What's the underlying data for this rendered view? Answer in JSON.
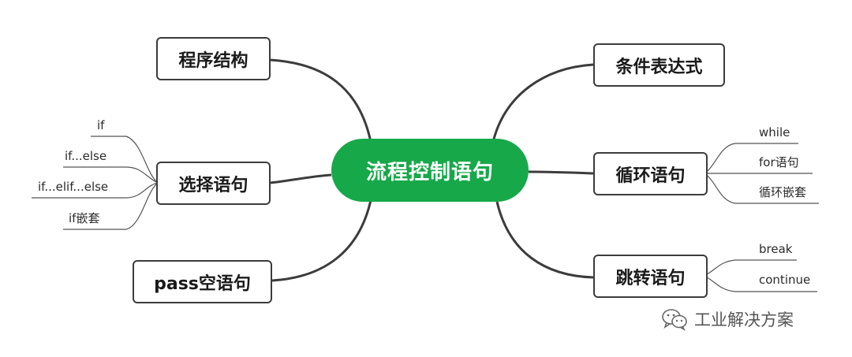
{
  "root": {
    "label": "流程控制语句"
  },
  "branches": [
    {
      "label": "程序结构",
      "children": []
    },
    {
      "label": "选择语句",
      "children": [
        "if",
        "if...else",
        "if...elif...else",
        "if嵌套"
      ]
    },
    {
      "label": "pass空语句",
      "children": []
    },
    {
      "label": "条件表达式",
      "children": []
    },
    {
      "label": "循环语句",
      "children": [
        "while",
        "for语句",
        "循环嵌套"
      ]
    },
    {
      "label": "跳转语句",
      "children": [
        "break",
        "continue"
      ]
    }
  ],
  "watermark": {
    "text": "工业解决方案",
    "icon": "wechat-icon"
  },
  "colors": {
    "root_fill": "#17a84a",
    "line": "#3c3c3c",
    "leaf_line": "#555555"
  }
}
